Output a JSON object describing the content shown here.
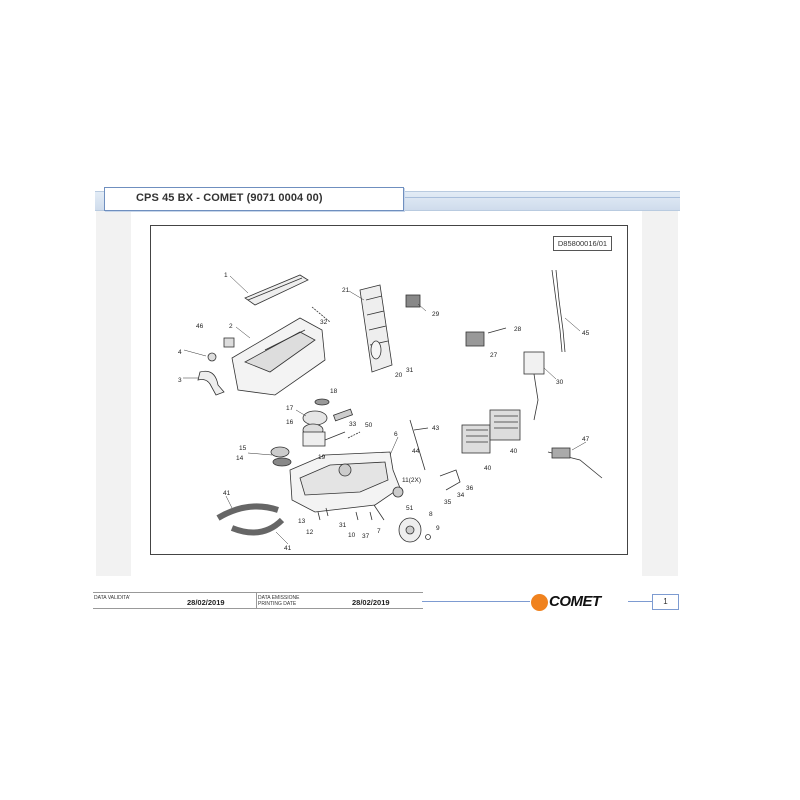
{
  "title": "CPS 45 BX - COMET (9071 0004 00)",
  "drawing_code": "D85800016/01",
  "part_labels": {
    "p1": "1",
    "p2": "2",
    "p3": "3",
    "p4": "4",
    "p46": "46",
    "p32": "32",
    "p21": "21",
    "p29": "29",
    "p28": "28",
    "p27": "27",
    "p45": "45",
    "p30": "30",
    "p20": "20",
    "p31a": "31",
    "p18": "18",
    "p17": "17",
    "p16": "16",
    "p33": "33",
    "p50": "50",
    "p19": "19",
    "p15": "15",
    "p14": "14",
    "p6": "6",
    "p43": "43",
    "p44": "44",
    "p40a": "40",
    "p40b": "40",
    "p47": "47",
    "p41a": "41",
    "p41b": "41",
    "p11": "11(2X)",
    "p35": "35",
    "p36": "36",
    "p34": "34",
    "p13": "13",
    "p12": "12",
    "p31b": "31",
    "p10": "10",
    "p37": "37",
    "p7": "7",
    "p51": "51",
    "p8": "8",
    "p9": "9"
  },
  "footer": {
    "validity_label": "DATA VALIDITA'",
    "validity_date": "28/02/2019",
    "emission_label_1": "DATA EMISSIONE",
    "emission_label_2": "PRINTING DATE",
    "emission_date": "28/02/2019",
    "brand": "COMET",
    "page_number": "1"
  },
  "colors": {
    "brand_orange": "#f0821e",
    "frame_blue": "#6f8fbf"
  }
}
